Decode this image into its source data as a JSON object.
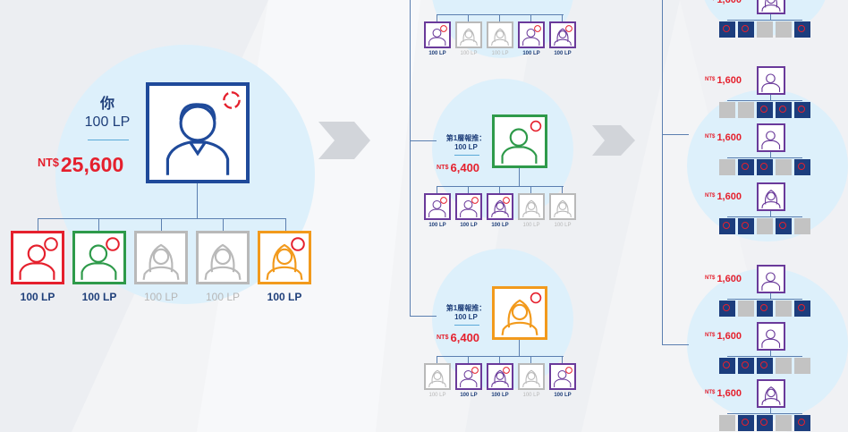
{
  "left": {
    "you_label": "你",
    "you_lp": "100 LP",
    "currency": "NT$",
    "amount": "25,600",
    "children_lp": [
      "100 LP",
      "100 LP",
      "100 LP",
      "100 LP",
      "100 LP"
    ]
  },
  "middle": {
    "top_children_lp": [
      "100 LP",
      "100 LP",
      "100 LP",
      "100 LP",
      "100 LP"
    ],
    "node_label": "第1層報推：",
    "node_lp": "100 LP",
    "currency": "NT$",
    "amount": "6,400",
    "mid_children_lp": [
      "100 LP",
      "100 LP",
      "100 LP",
      "100 LP",
      "100 LP"
    ],
    "bottom_children_lp": [
      "100 LP",
      "100 LP",
      "100 LP",
      "100 LP",
      "100 LP"
    ]
  },
  "right": {
    "currency": "NT$",
    "amount": "1,600"
  },
  "colors": {
    "navy": "#1f3f7a",
    "red": "#e5202d",
    "green": "#2e9a4a",
    "orange": "#f29a1c",
    "purple": "#6a3a9a",
    "grey": "#b9b9b9",
    "bg_circle": "#ddf0fb"
  },
  "icons": [
    "male-avatar-icon",
    "female-avatar-icon",
    "cycle-badge-icon",
    "arrow-right-icon"
  ]
}
